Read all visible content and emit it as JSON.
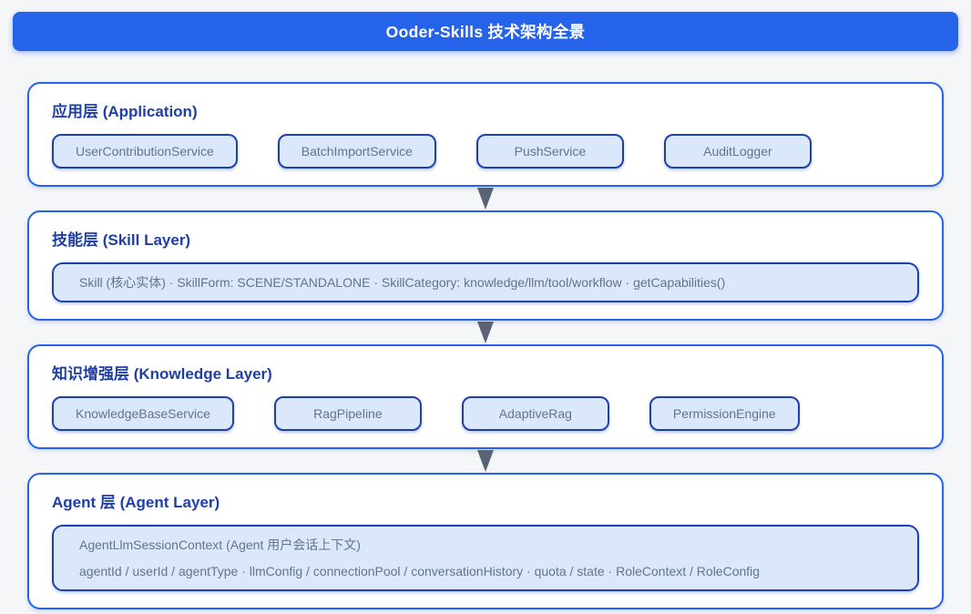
{
  "page": {
    "title": "Ooder-Skills 技术架构全景"
  },
  "colors": {
    "accent": "#2563eb",
    "heading": "#1e3fa8",
    "node_border": "#1e40af",
    "node_fill": "#dbe7fb",
    "node_text": "#64748b",
    "arrow": "#5a6375",
    "page_bg": "#f4f6f8"
  },
  "arrow_icon": "down-triangle",
  "layers": [
    {
      "id": "application",
      "title": "应用层 (Application)",
      "type": "pills",
      "items": [
        "UserContributionService",
        "BatchImportService",
        "PushService",
        "AuditLogger"
      ]
    },
    {
      "id": "skill",
      "title": "技能层 (Skill Layer)",
      "type": "wide",
      "lines": [
        "Skill (核心实体) · SkillForm: SCENE/STANDALONE · SkillCategory: knowledge/llm/tool/workflow · getCapabilities()"
      ]
    },
    {
      "id": "knowledge",
      "title": "知识增强层 (Knowledge Layer)",
      "type": "pills",
      "items": [
        "KnowledgeBaseService",
        "RagPipeline",
        "AdaptiveRag",
        "PermissionEngine"
      ]
    },
    {
      "id": "agent",
      "title": "Agent 层 (Agent Layer)",
      "type": "wide",
      "lines": [
        "AgentLlmSessionContext (Agent 用户会话上下文)",
        "agentId / userId / agentType · llmConfig / connectionPool / conversationHistory · quota / state · RoleContext / RoleConfig"
      ]
    }
  ]
}
